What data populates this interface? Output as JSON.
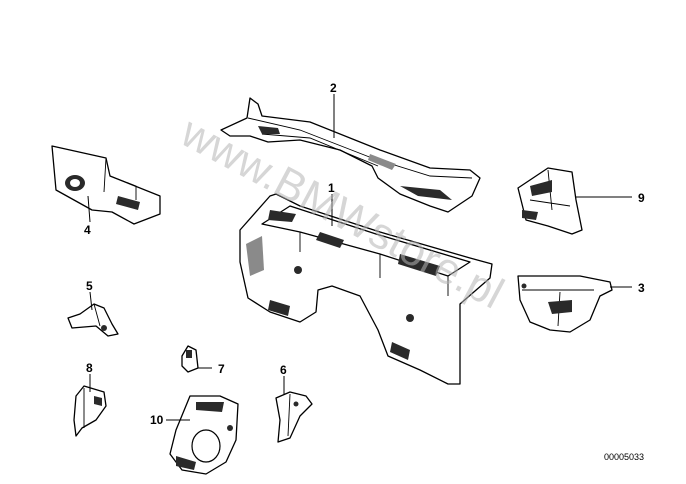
{
  "callouts": {
    "c1": "1",
    "c2": "2",
    "c3": "3",
    "c4": "4",
    "c5": "5",
    "c6": "6",
    "c7": "7",
    "c8": "8",
    "c9": "9",
    "c10": "10"
  },
  "watermark": "www.BMWstore.pl",
  "diagram_code": "00005033"
}
